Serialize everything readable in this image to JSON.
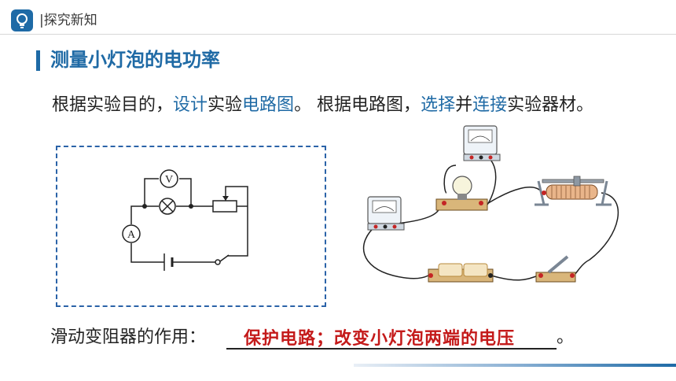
{
  "header": {
    "title": "|探究新知",
    "icon": "lightbulb-icon",
    "accent_color": "#1e6aa6"
  },
  "section": {
    "title": "测量小灯泡的电功率"
  },
  "intro": {
    "p1": "根据实验目的，",
    "p2": "设计",
    "p3": "实验",
    "p4": "电路图",
    "p5": "。 根据电路图，",
    "p6": "选择",
    "p7": "并",
    "p8": "连接",
    "p9": "实验器材。"
  },
  "circuit": {
    "voltmeter_label": "V",
    "ammeter_label": "A"
  },
  "question": {
    "label": "滑动变阻器的作用：",
    "answer": "保护电路；改变小灯泡两端的电压",
    "period": "。",
    "answer_color": "#c41a1a"
  }
}
